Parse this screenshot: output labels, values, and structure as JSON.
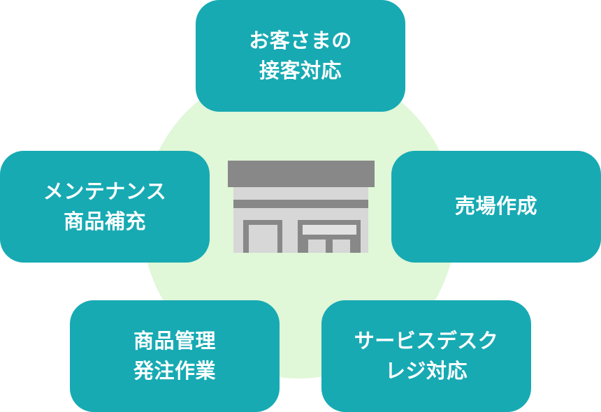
{
  "center": {
    "icon": "store-icon",
    "colors": {
      "roof": "#888888",
      "wall": "#d7d7d7",
      "stripe": "#888888",
      "window": "#e2e2e2"
    }
  },
  "boxes": {
    "top": {
      "line1": "お客さまの",
      "line2": "接客対応"
    },
    "right": {
      "line1": "売場作成"
    },
    "left": {
      "line1": "メンテナンス",
      "line2": "商品補充"
    },
    "bottom_left": {
      "line1": "商品管理",
      "line2": "発注作業"
    },
    "bottom_right": {
      "line1": "サービスデスク",
      "line2": "レジ対応"
    }
  },
  "colors": {
    "box": "#17aab3",
    "circle": "#e0f7d8",
    "text": "#ffffff"
  }
}
